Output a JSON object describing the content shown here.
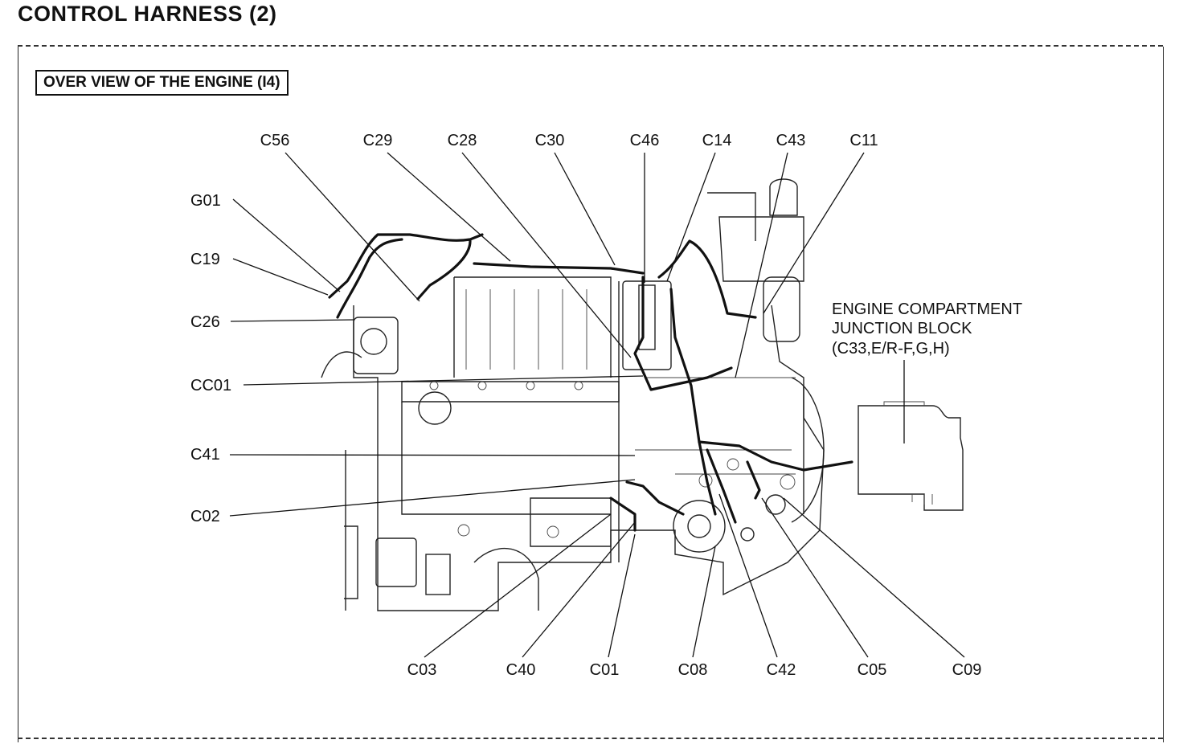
{
  "page": {
    "title": "CONTROL HARNESS (2)",
    "section": "OVER VIEW OF THE ENGINE (I4)"
  },
  "junction_block": {
    "line1": "ENGINE COMPARTMENT",
    "line2": "JUNCTION BLOCK",
    "line3": "(C33,E/R-F,G,H)"
  },
  "connectors": {
    "top": [
      "C56",
      "C29",
      "C28",
      "C30",
      "C46",
      "C14",
      "C43",
      "C11"
    ],
    "left": [
      "G01",
      "C19",
      "C26",
      "CC01",
      "C41",
      "C02"
    ],
    "bottom": [
      "C03",
      "C40",
      "C01",
      "C08",
      "C42",
      "C05",
      "C09"
    ]
  },
  "colors": {
    "ink": "#111111",
    "background": "#ffffff"
  }
}
